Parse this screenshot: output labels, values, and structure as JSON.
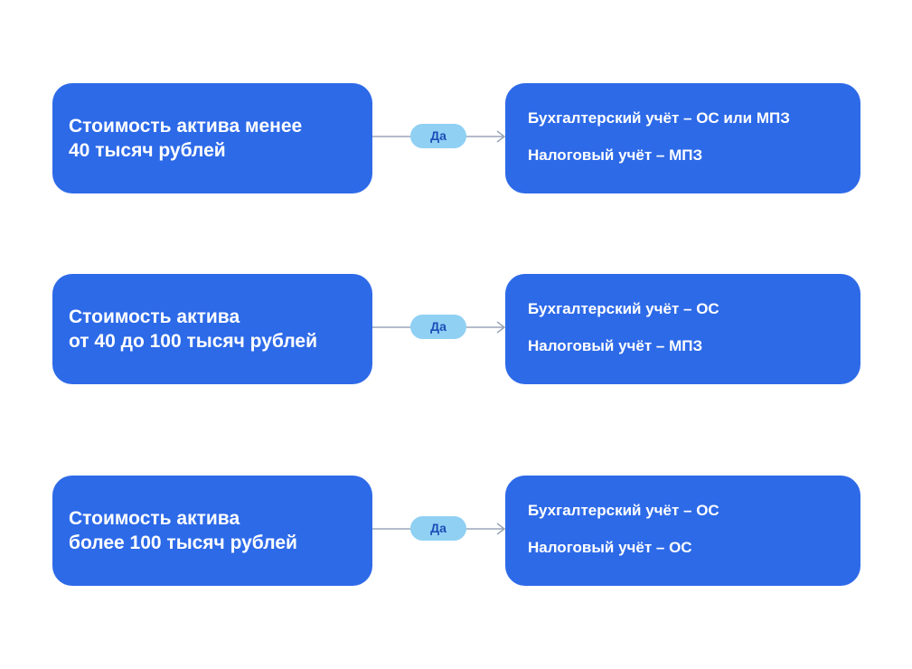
{
  "colors": {
    "box": "#2d6ae8",
    "pill": "#8fd0f3",
    "pill_text": "#1d4fb8",
    "connector": "#9aa6b8"
  },
  "rows": [
    {
      "condition": {
        "line1": "Стоимость актива менее",
        "line2": "40 тысяч рублей"
      },
      "edge_label": "Да",
      "result": {
        "accounting": "Бухгалтерский учёт – ОС или МПЗ",
        "tax": "Налоговый учёт – МПЗ"
      }
    },
    {
      "condition": {
        "line1": "Стоимость актива",
        "line2": "от 40 до 100 тысяч рублей"
      },
      "edge_label": "Да",
      "result": {
        "accounting": "Бухгалтерский учёт – ОС",
        "tax": "Налоговый учёт – МПЗ"
      }
    },
    {
      "condition": {
        "line1": "Стоимость актива",
        "line2": "более 100 тысяч рублей"
      },
      "edge_label": "Да",
      "result": {
        "accounting": "Бухгалтерский учёт – ОС",
        "tax": "Налоговый учёт – ОС"
      }
    }
  ]
}
